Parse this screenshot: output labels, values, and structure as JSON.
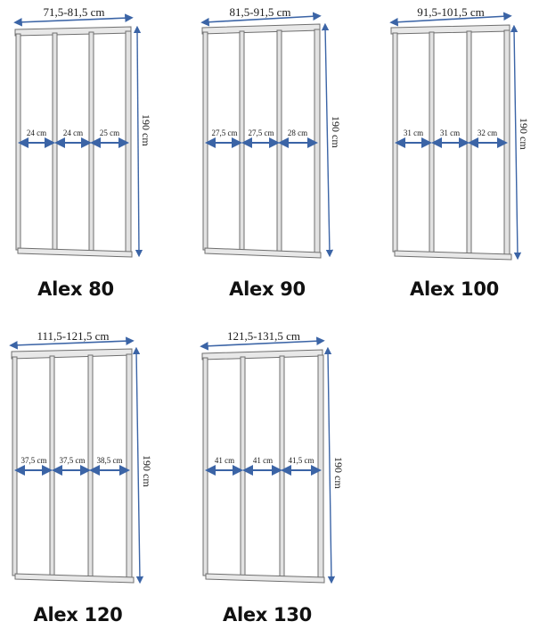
{
  "colors": {
    "arrow": "#3b64a6",
    "frame_outer": "#6f6f6f",
    "frame_fill": "#e2e2e2",
    "text": "#1a1a1a",
    "background": "#ffffff"
  },
  "models": [
    {
      "name": "Alex 80",
      "width_range": "71,5-81,5 cm",
      "height": "190 cm",
      "panels": [
        "24 cm",
        "24 cm",
        "25 cm"
      ]
    },
    {
      "name": "Alex 90",
      "width_range": "81,5-91,5 cm",
      "height": "190 cm",
      "panels": [
        "27,5 cm",
        "27,5 cm",
        "28 cm"
      ]
    },
    {
      "name": "Alex 100",
      "width_range": "91,5-101,5 cm",
      "height": "190 cm",
      "panels": [
        "31 cm",
        "31 cm",
        "32 cm"
      ]
    },
    {
      "name": "Alex 120",
      "width_range": "111,5-121,5 cm",
      "height": "190 cm",
      "panels": [
        "37,5 cm",
        "37,5 cm",
        "38,5 cm"
      ]
    },
    {
      "name": "Alex 130",
      "width_range": "121,5-131,5 cm",
      "height": "190 cm",
      "panels": [
        "41 cm",
        "41 cm",
        "41,5 cm"
      ]
    }
  ]
}
